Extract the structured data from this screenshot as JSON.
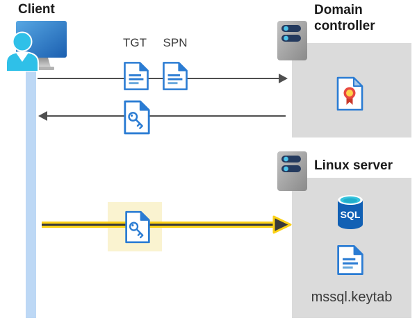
{
  "client": {
    "title": "Client"
  },
  "flows": {
    "tgt_label": "TGT",
    "spn_label": "SPN"
  },
  "domain_controller": {
    "title": "Domain controller"
  },
  "linux_server": {
    "title": "Linux server",
    "sql_badge": "SQL",
    "keytab_label": "mssql.keytab"
  },
  "colors": {
    "doc_blue": "#2b7cd3",
    "lifeline_blue": "#bdd8f5",
    "panel_gray": "#dbdbdb",
    "arrow_gray": "#4f4f4f",
    "arrow_yellow": "#fcd116",
    "highlight_yellow": "#faf3d0",
    "sql_blue": "#1160b4",
    "server_bar_navy": "#243a5e",
    "person_cyan": "#2fc0e8"
  }
}
